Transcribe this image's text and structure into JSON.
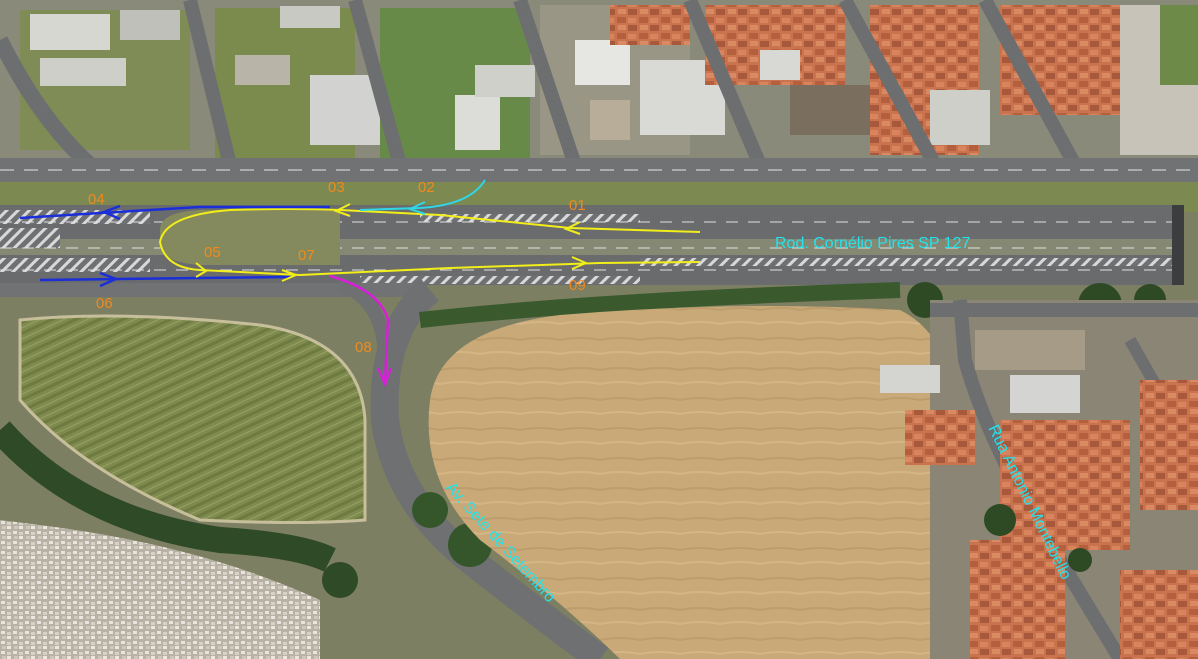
{
  "colors": {
    "number_label": "#f08a1c",
    "street_label": "#22e3ee",
    "path_yellow": "#f2ee1a",
    "path_cyan": "#2fd6e6",
    "path_blue": "#1b2fd8",
    "path_magenta": "#d620d8"
  },
  "markers": [
    {
      "id": "01",
      "text": "01"
    },
    {
      "id": "02",
      "text": "02"
    },
    {
      "id": "03",
      "text": "03"
    },
    {
      "id": "04",
      "text": "04"
    },
    {
      "id": "05",
      "text": "05"
    },
    {
      "id": "06",
      "text": "06"
    },
    {
      "id": "07",
      "text": "07"
    },
    {
      "id": "08",
      "text": "08"
    },
    {
      "id": "09",
      "text": "09"
    }
  ],
  "streets": {
    "highway": "Rod. Cornélio Pires SP 127",
    "avenue": "Av. Sete de Setembro",
    "street": "Rua Antonio Montebello"
  },
  "icons": {
    "route_arrow": "arrowhead"
  }
}
